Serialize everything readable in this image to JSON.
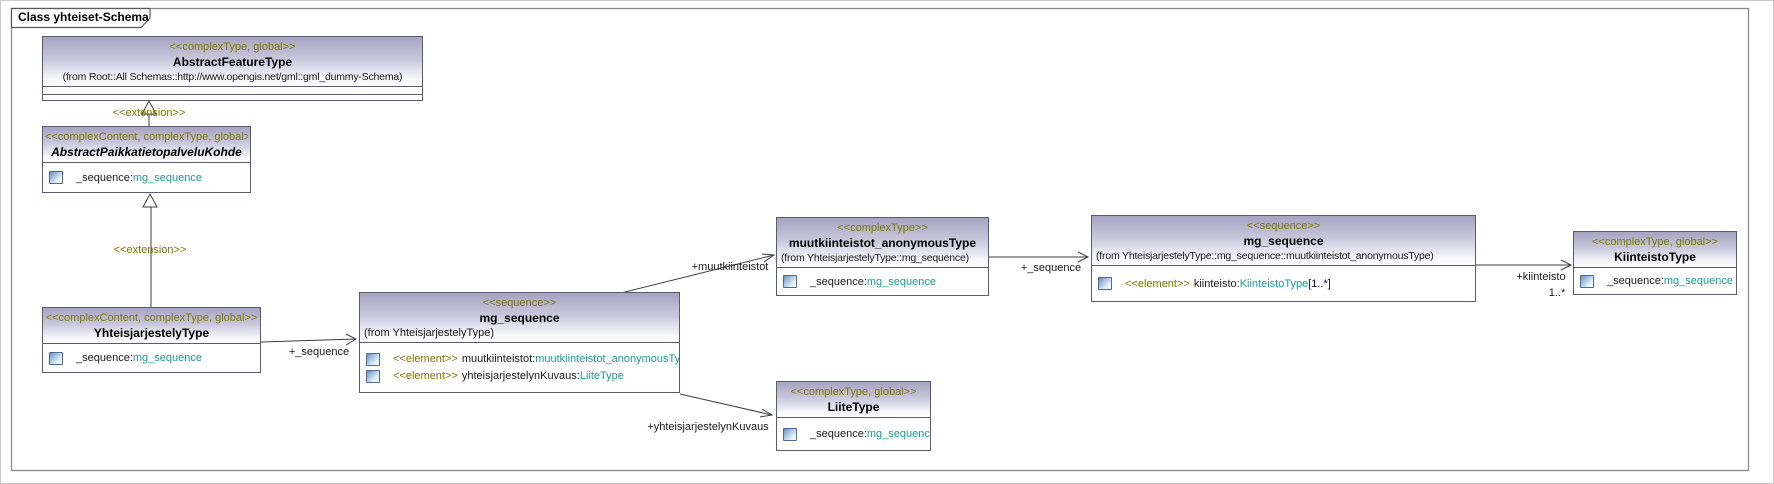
{
  "diagram_title": "Class yhteiset-Schema",
  "colors": {
    "stereotype_text": "#7a7a00",
    "type_reference_text": "#1d9a9a",
    "header_gradient_top": "#a7a3c2",
    "box_border": "#5a5a70",
    "connector": "#3f3f3f"
  },
  "boxes": [
    {
      "stereotype": "<<complexType, global>>",
      "name": "AbstractFeatureType",
      "from": "(from Root::All Schemas::http://www.opengis.net/gml::gml_dummy-Schema)",
      "attributes": []
    },
    {
      "stereotype": "<<complexContent, complexType, global>>",
      "name": "AbstractPaikkatietopalveluKohde",
      "attributes": [
        {
          "name": "_sequence:",
          "type": "mg_sequence"
        }
      ]
    },
    {
      "stereotype": "<<complexContent, complexType, global>>",
      "name": "YhteisjarjestelyType",
      "attributes": [
        {
          "name": "_sequence:",
          "type": "mg_sequence"
        }
      ]
    },
    {
      "stereotype": "<<sequence>>",
      "name": "mg_sequence",
      "from": "(from YhteisjarjestelyType)",
      "attributes": [
        {
          "prefix": "<<element>>",
          "name": "muutkiinteistot:",
          "type": "muutkiinteistot_anonymousType"
        },
        {
          "prefix": "<<element>>",
          "name": "yhteisjarjestelynKuvaus:",
          "type": "LiiteType"
        }
      ]
    },
    {
      "stereotype": "<<complexType>>",
      "name": "muutkiinteistot_anonymousType",
      "from": "(from YhteisjarjestelyType::mg_sequence)",
      "attributes": [
        {
          "name": "_sequence:",
          "type": "mg_sequence"
        }
      ]
    },
    {
      "stereotype": "<<sequence>>",
      "name": "mg_sequence",
      "from": "(from YhteisjarjestelyType::mg_sequence::muutkiinteistot_anonymousType)",
      "attributes": [
        {
          "prefix": "<<element>>",
          "name": "kiinteisto:",
          "type": "KiinteistoType",
          "suffix": "[1..*]"
        }
      ]
    },
    {
      "stereotype": "<<complexType, global>>",
      "name": "KiinteistoType",
      "attributes": [
        {
          "name": "_sequence:",
          "type": "mg_sequence"
        }
      ]
    },
    {
      "stereotype": "<<complexType, global>>",
      "name": "LiiteType",
      "attributes": [
        {
          "name": "_sequence:",
          "type": "mg_sequence"
        }
      ]
    }
  ],
  "connector_labels": {
    "extension_top": "<<extension>>",
    "extension_bottom": "<<extension>>",
    "sequence_left": "+_sequence",
    "muutkiinteistot": "+muutkiinteistot",
    "sequence_mid": "+_sequence",
    "kiinteisto": "+kiinteisto",
    "kiinteisto_multiplicity": "1..*",
    "yhteisjarjestelynkuvaus": "+yhteisjarjestelynKuvaus"
  }
}
